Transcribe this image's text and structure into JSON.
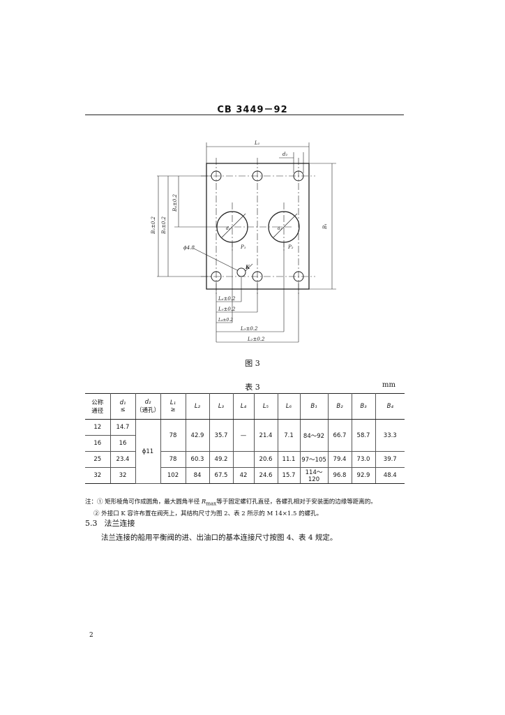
{
  "header": {
    "standard_no": "CB 3449－92"
  },
  "figure": {
    "caption": "图 3",
    "labels": {
      "L1": "L₁",
      "d2": "d₂",
      "B1": "B₁",
      "B2": "B₂±0.2",
      "B3": "B₃±0.2",
      "B4": "B₄±0.2",
      "phi": "ϕ4.8",
      "K": "K",
      "d1a": "d₁",
      "d1b": "d₁",
      "P1": "P₁",
      "P2": "P₂",
      "L6": "L₆±0.2",
      "L5": "L₅±0.2",
      "L4": "L₄±0.2",
      "L3": "L₃±0.2",
      "L2": "L₂±0.2"
    }
  },
  "table": {
    "title": "表 3",
    "unit": "mm",
    "headers": [
      {
        "line1": "公称",
        "line2": "通径"
      },
      {
        "line1": "d₁",
        "line2": "≤"
      },
      {
        "line1": "d₂",
        "line2": "（通孔）"
      },
      {
        "line1": "L₁",
        "line2": "≥"
      },
      {
        "line1": "L₂",
        "line2": ""
      },
      {
        "line1": "L₃",
        "line2": ""
      },
      {
        "line1": "L₄",
        "line2": ""
      },
      {
        "line1": "L₅",
        "line2": ""
      },
      {
        "line1": "L₆",
        "line2": ""
      },
      {
        "line1": "B₁",
        "line2": ""
      },
      {
        "line1": "B₂",
        "line2": ""
      },
      {
        "line1": "B₃",
        "line2": ""
      },
      {
        "line1": "B₄",
        "line2": ""
      }
    ],
    "d2_merged": "ϕ11",
    "rows": [
      {
        "dn": "12",
        "d1": "14.7",
        "L1": "78",
        "L2": "42.9",
        "L3": "35.7",
        "L4": "—",
        "L5": "21.4",
        "L6": "7.1",
        "B1": "84～92",
        "B2": "66.7",
        "B3": "58.7",
        "B4": "33.3"
      },
      {
        "dn": "16",
        "d1": "16"
      },
      {
        "dn": "25",
        "d1": "23.4",
        "L1": "78",
        "L2": "60.3",
        "L3": "49.2",
        "L4": "",
        "L5": "20.6",
        "L6": "11.1",
        "B1": "97～105",
        "B2": "79.4",
        "B3": "73.0",
        "B4": "39.7"
      },
      {
        "dn": "32",
        "d1": "32",
        "L1": "102",
        "L2": "84",
        "L3": "67.5",
        "L4": "42",
        "L5": "24.6",
        "L6": "15.7",
        "B1": "114～120",
        "B2": "96.8",
        "B3": "92.9",
        "B4": "48.4"
      }
    ]
  },
  "notes": {
    "line1_a": "注：① 矩形棱角可作成圆角，最大圆角半径",
    "line1_r": "R",
    "line1_sub": "max",
    "line1_b": "等于固定螺钉孔直径，各螺孔相对于安装面的边缘等距离的。",
    "line2": "② 外接口 K 容许布置在阀壳上，其结构尺寸为图 2、表 2 所示的 M 14×1.5 的螺孔。"
  },
  "section": {
    "number": "5.3",
    "title": "法兰连接",
    "paragraph": "法兰连接的船用平衡阀的进、出油口的基本连接尺寸按图 4、表 4 规定。"
  },
  "page": {
    "number": "2"
  }
}
